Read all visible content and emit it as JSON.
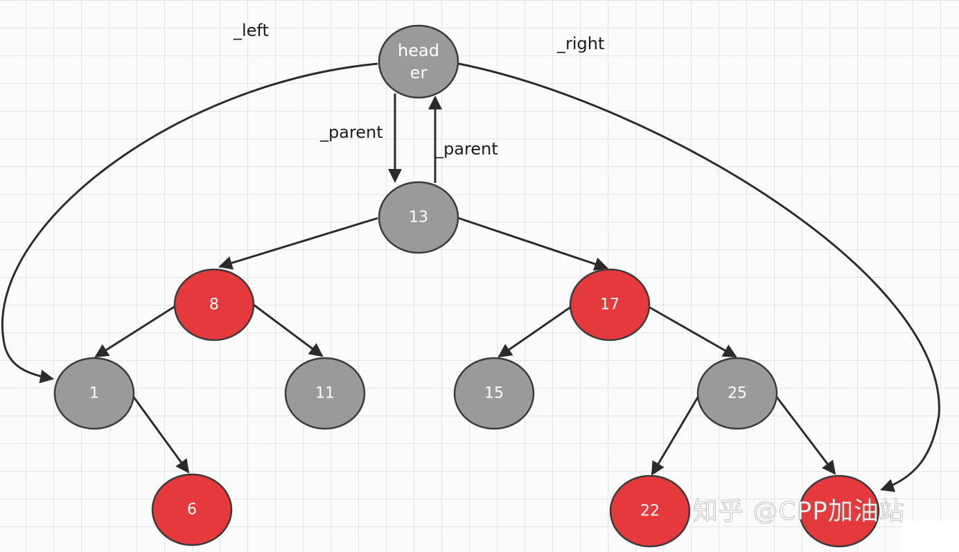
{
  "diagram": {
    "colors": {
      "red_node": "#e5393b",
      "gray_node": "#9a9a9a",
      "edge": "#2b2b2b"
    },
    "nodes": [
      {
        "id": "header",
        "lines": [
          "head",
          "er"
        ],
        "color": "gray"
      },
      {
        "id": "n13",
        "lines": [
          "13"
        ],
        "color": "gray"
      },
      {
        "id": "n8",
        "lines": [
          "8"
        ],
        "color": "red"
      },
      {
        "id": "n17",
        "lines": [
          "17"
        ],
        "color": "red"
      },
      {
        "id": "n1",
        "lines": [
          "1"
        ],
        "color": "gray"
      },
      {
        "id": "n11",
        "lines": [
          "11"
        ],
        "color": "gray"
      },
      {
        "id": "n15",
        "lines": [
          "15"
        ],
        "color": "gray"
      },
      {
        "id": "n25",
        "lines": [
          "25"
        ],
        "color": "gray"
      },
      {
        "id": "n6",
        "lines": [
          "6"
        ],
        "color": "red"
      },
      {
        "id": "n22",
        "lines": [
          "22"
        ],
        "color": "red"
      },
      {
        "id": "n27",
        "lines": [
          ""
        ],
        "color": "red"
      }
    ],
    "edge_labels": {
      "left": "_left",
      "right": "_right",
      "parent_down": "_parent",
      "parent_up": "_parent"
    },
    "watermark": "知乎 @CPP加油站"
  }
}
